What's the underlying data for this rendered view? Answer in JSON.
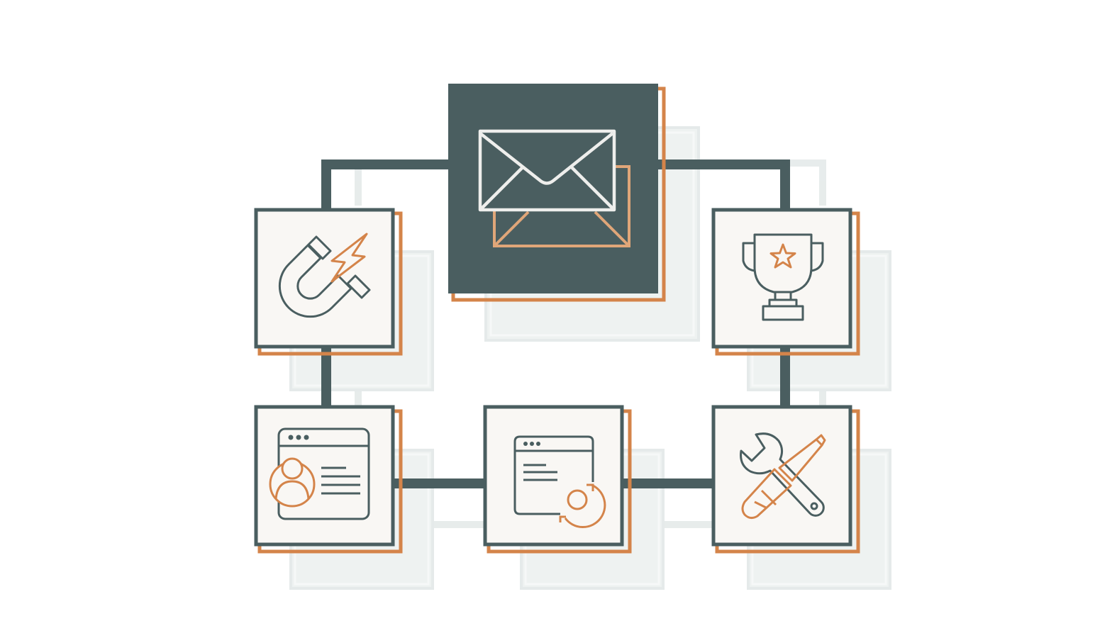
{
  "colors": {
    "background": "#ffffff",
    "primary": "#4a5e60",
    "accent": "#d4844a",
    "accent_light": "#e0a679",
    "card_fill": "#f9f7f4",
    "envelope_outline": "#eeeeec",
    "ghost_shadow": "#dde4e3"
  },
  "diagram": {
    "center_node": {
      "icon": "envelope-icon",
      "style": "dark-filled"
    },
    "nodes": [
      {
        "id": "lead-magnet",
        "icon": "magnet-icon"
      },
      {
        "id": "achievement",
        "icon": "trophy-icon"
      },
      {
        "id": "user-profile",
        "icon": "browser-profile-icon"
      },
      {
        "id": "automation",
        "icon": "browser-cycle-icon"
      },
      {
        "id": "tools",
        "icon": "wrench-screwdriver-icon"
      }
    ],
    "connections": [
      [
        "center",
        "lead-magnet"
      ],
      [
        "center",
        "achievement"
      ],
      [
        "lead-magnet",
        "user-profile"
      ],
      [
        "achievement",
        "tools"
      ],
      [
        "user-profile",
        "automation"
      ],
      [
        "automation",
        "tools"
      ]
    ]
  }
}
